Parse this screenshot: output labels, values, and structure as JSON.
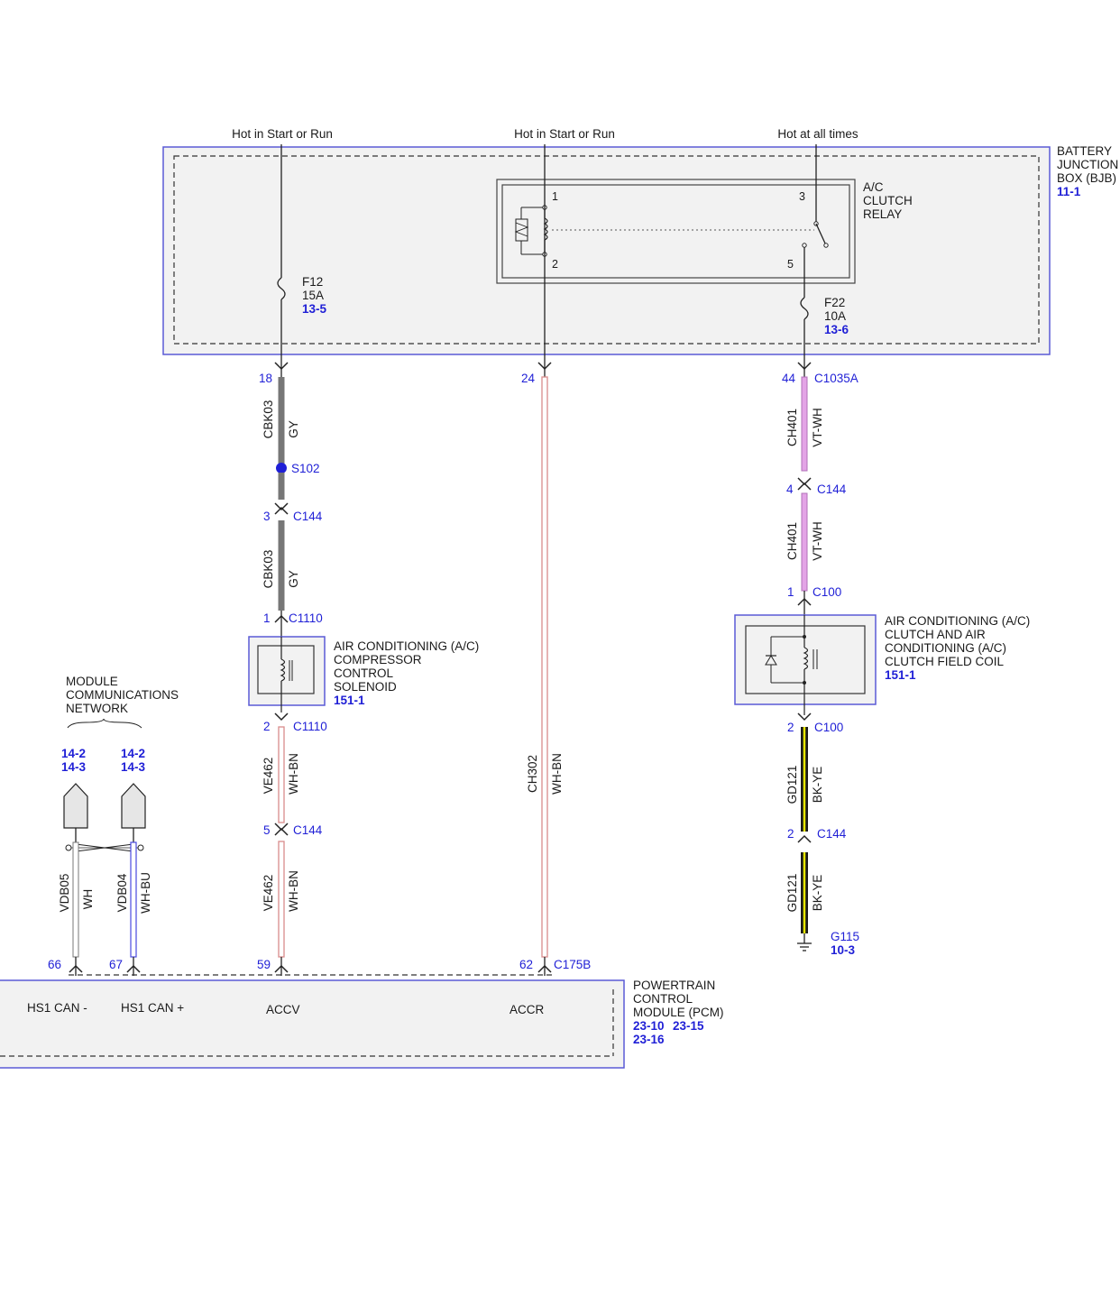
{
  "colors": {
    "box_border": "#5a5ad6",
    "box_fill": "#f2f2f2",
    "ref_blue": "#1f1fd6",
    "wire_gray": "#777777",
    "wire_violet": "#e3a4e6",
    "wire_black": "#1a1a1a",
    "wire_yellow": "#e6e600",
    "wire_white_brown": "#d98c8c",
    "wire_blue": "#4a4ae0"
  },
  "feeds": {
    "f1": "Hot in Start or Run",
    "f2": "Hot in Start or Run",
    "f3": "Hot at all times"
  },
  "bjb": {
    "name_line1": "BATTERY",
    "name_line2": "JUNCTION",
    "name_line3": "BOX (BJB)",
    "ref": "11-1"
  },
  "relay": {
    "name_line1": "A/C",
    "name_line2": "CLUTCH",
    "name_line3": "RELAY",
    "pin1": "1",
    "pin2": "2",
    "pin3": "3",
    "pin5": "5"
  },
  "fuse_f12": {
    "id": "F12",
    "rating": "15A",
    "ref": "13-5"
  },
  "fuse_f22": {
    "id": "F22",
    "rating": "10A",
    "ref": "13-6"
  },
  "wire1": {
    "pin18": "18",
    "circuit": "CBK03",
    "color": "GY",
    "splice": "S102",
    "pin3": "3",
    "c144": "C144",
    "circuit2": "CBK03",
    "color2": "GY",
    "pin1": "1",
    "c1110": "C1110"
  },
  "solenoid": {
    "line1": "AIR CONDITIONING (A/C)",
    "line2": "COMPRESSOR",
    "line3": "CONTROL",
    "line4": "SOLENOID",
    "ref": "151-1"
  },
  "wire1b": {
    "pin2": "2",
    "c1110": "C1110",
    "circuit": "VE462",
    "color": "WH-BN",
    "pin5": "5",
    "c144": "C144",
    "circuit2": "VE462",
    "color2": "WH-BN",
    "pin59": "59"
  },
  "wire2": {
    "pin24": "24",
    "circuit": "CH302",
    "color": "WH-BN",
    "pin62": "62",
    "c175b": "C175B"
  },
  "wire3": {
    "pin44": "44",
    "c1035a": "C1035A",
    "circuit": "CH401",
    "color": "VT-WH",
    "pin4": "4",
    "c144": "C144",
    "circuit2": "CH401",
    "color2": "VT-WH",
    "pin1": "1",
    "c100": "C100"
  },
  "clutch": {
    "line1": "AIR CONDITIONING (A/C)",
    "line2": "CLUTCH AND AIR",
    "line3": "CONDITIONING (A/C)",
    "line4": "CLUTCH FIELD COIL",
    "ref": "151-1"
  },
  "wire3b": {
    "pin2": "2",
    "c100": "C100",
    "circuit": "GD121",
    "color": "BK-YE",
    "pin2b": "2",
    "c144": "C144",
    "circuit2": "GD121",
    "color2": "BK-YE",
    "ground": "G115",
    "ground_ref": "10-3"
  },
  "network": {
    "line1": "MODULE",
    "line2": "COMMUNICATIONS",
    "line3": "NETWORK",
    "refA1": "14-2",
    "refA2": "14-3",
    "refB1": "14-2",
    "refB2": "14-3",
    "circuitA": "VDB05",
    "colorA": "WH",
    "circuitB": "VDB04",
    "colorB": "WH-BU",
    "pin66": "66",
    "pin67": "67"
  },
  "pcm": {
    "line1": "POWERTRAIN",
    "line2": "CONTROL",
    "line3": "MODULE (PCM)",
    "ref1": "23-10",
    "ref2": "23-15",
    "ref3": "23-16",
    "pinA": "HS1 CAN -",
    "pinB": "HS1 CAN +",
    "pinC": "ACCV",
    "pinD": "ACCR"
  }
}
